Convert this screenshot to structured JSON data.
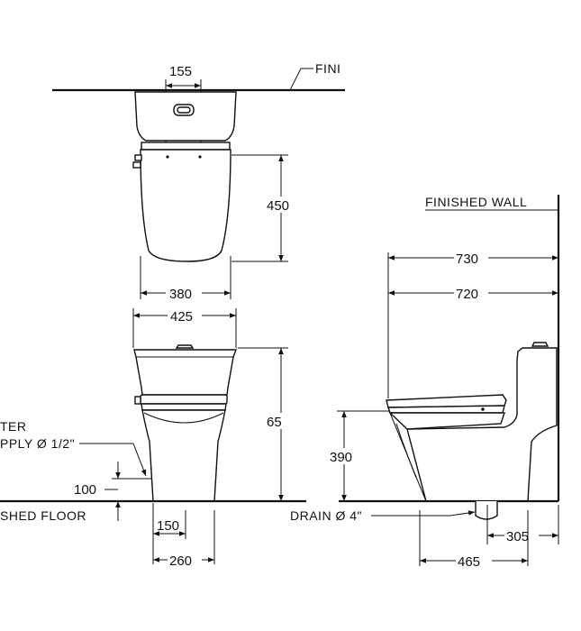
{
  "top_view": {
    "dim_155": "155",
    "dim_450": "450",
    "dim_380": "380",
    "finished_wall_label": "FINI"
  },
  "front_view": {
    "dim_425": "425",
    "dim_655": "65",
    "dim_100": "100",
    "dim_150": "150",
    "dim_260": "260",
    "water_supply_line1": "TER",
    "water_supply_line2": "PPLY Ø 1/2\"",
    "finished_floor_label": "SHED  FLOOR"
  },
  "side_view": {
    "finished_wall_label": "FINISHED  WALL",
    "dim_730": "730",
    "dim_720": "720",
    "dim_390": "390",
    "drain_label": "DRAIN Ø 4\"",
    "dim_305": "305",
    "dim_465": "465"
  }
}
